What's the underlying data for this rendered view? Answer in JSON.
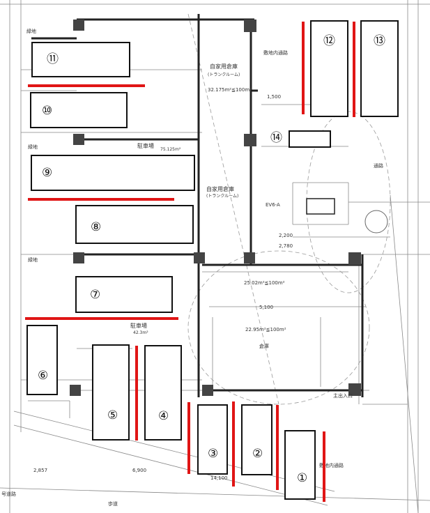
{
  "spaces": [
    {
      "id": "1",
      "label": "①"
    },
    {
      "id": "2",
      "label": "②"
    },
    {
      "id": "3",
      "label": "③"
    },
    {
      "id": "4",
      "label": "④"
    },
    {
      "id": "5",
      "label": "⑤"
    },
    {
      "id": "6",
      "label": "⑥"
    },
    {
      "id": "7",
      "label": "⑦"
    },
    {
      "id": "8",
      "label": "⑧"
    },
    {
      "id": "9",
      "label": "⑨"
    },
    {
      "id": "10",
      "label": "⑩"
    },
    {
      "id": "11",
      "label": "⑪"
    },
    {
      "id": "12",
      "label": "⑫"
    },
    {
      "id": "13",
      "label": "⑬"
    },
    {
      "id": "14",
      "label": "⑭"
    }
  ],
  "plan_labels": {
    "storage_top": "自家用倉庫",
    "storage_top_sub": "(トランクルーム)",
    "storage_top_area": "32.175m²≦100m²",
    "storage_mid": "自家用倉庫",
    "storage_mid_sub": "(トランクルーム)",
    "parking_top": "駐車場",
    "parking_top_area": "75.125m²",
    "parking_bottom": "駐車場",
    "parking_bottom_area": "42.3m²",
    "site_road_top": "敷地内通路",
    "site_road_bottom": "敷地内通路",
    "road": "通路",
    "ev": "EV6-A",
    "area_mid": "25.02m²≦100m²",
    "area_bottom": "22.95m²≦100m²",
    "storage_bottom": "倉庫",
    "entrance": "主出入口",
    "sidewalk": "歩道",
    "street": "号道路",
    "green": "緑地",
    "dim_1500": "1,500",
    "dim_5100": "5,100",
    "dim_14100": "14,100",
    "dim_6900": "6,900",
    "dim_2857": "2,857",
    "dim_2200": "2,200",
    "dim_2780": "2,780"
  }
}
